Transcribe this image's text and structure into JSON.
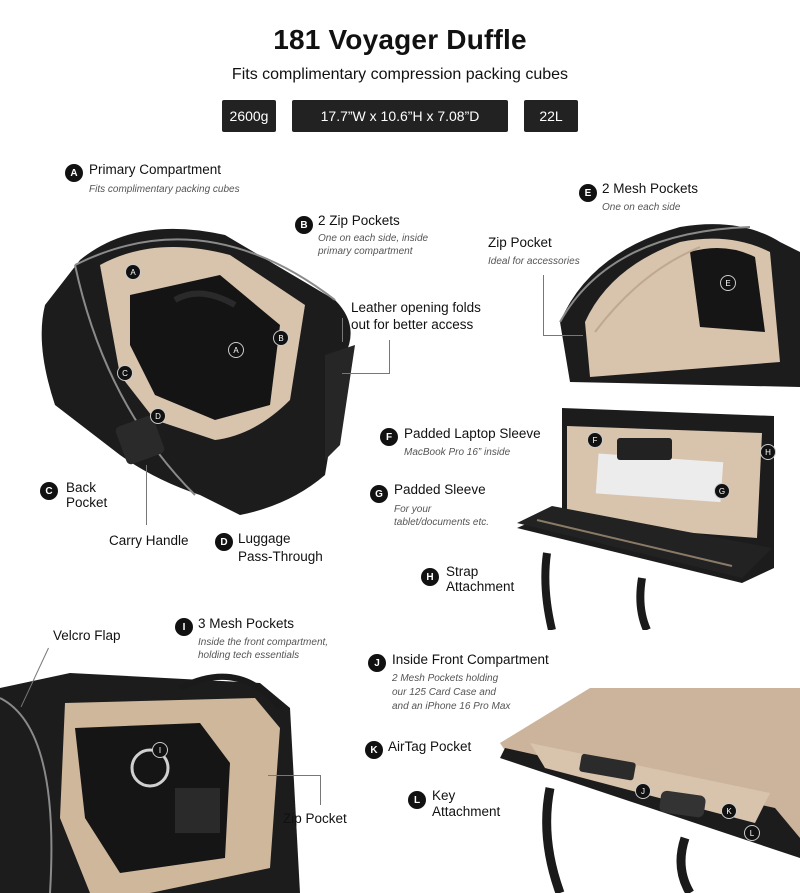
{
  "header": {
    "title": "181 Voyager Duffle",
    "subtitle": "Fits complimentary compression packing cubes"
  },
  "specs": {
    "weight": "2600g",
    "dimensions": "17.7”W x 10.6”H x 7.08”D",
    "volume": "22L"
  },
  "callouts": {
    "a": {
      "letter": "A",
      "label": "Primary Compartment",
      "note": "Fits complimentary packing cubes"
    },
    "b": {
      "letter": "B",
      "label": "2 Zip Pockets",
      "note1": "One on each side, inside",
      "note2": "primary compartment"
    },
    "c": {
      "letter": "C",
      "label1": "Back",
      "label2": "Pocket"
    },
    "d": {
      "letter": "D",
      "label1": "Luggage",
      "label2": "Pass-Through"
    },
    "e": {
      "letter": "E",
      "label": "2 Mesh Pockets",
      "note": "One on each side"
    },
    "f": {
      "letter": "F",
      "label": "Padded Laptop Sleeve",
      "note": "MacBook Pro 16” inside"
    },
    "g": {
      "letter": "G",
      "label": "Padded Sleeve",
      "note1": "For your",
      "note2": "tablet/documents etc."
    },
    "h": {
      "letter": "H",
      "label1": "Strap",
      "label2": "Attachment"
    },
    "i": {
      "letter": "I",
      "label": "3 Mesh Pockets",
      "note1": "Inside the front compartment,",
      "note2": "holding tech essentials"
    },
    "j": {
      "letter": "J",
      "label": "Inside Front Compartment",
      "note1": "2 Mesh Pockets holding",
      "note2": "our 125 Card Case and",
      "note3": "and an iPhone 16 Pro Max"
    },
    "k": {
      "letter": "K",
      "label": "AirTag Pocket"
    },
    "l": {
      "letter": "L",
      "label1": "Key",
      "label2": "Attachment"
    }
  },
  "plain_labels": {
    "leather_1": "Leather opening folds",
    "leather_2": "out for better access",
    "zip_pocket": "Zip Pocket",
    "zip_pocket_note": "Ideal for accessories",
    "carry_handle": "Carry Handle",
    "velcro_flap": "Velcro Flap",
    "zip_pocket_bottom": "Zip Pocket"
  },
  "colors": {
    "leather": "#1c1c1c",
    "lining": "#d8c3ad",
    "chip_bg": "#222222"
  }
}
